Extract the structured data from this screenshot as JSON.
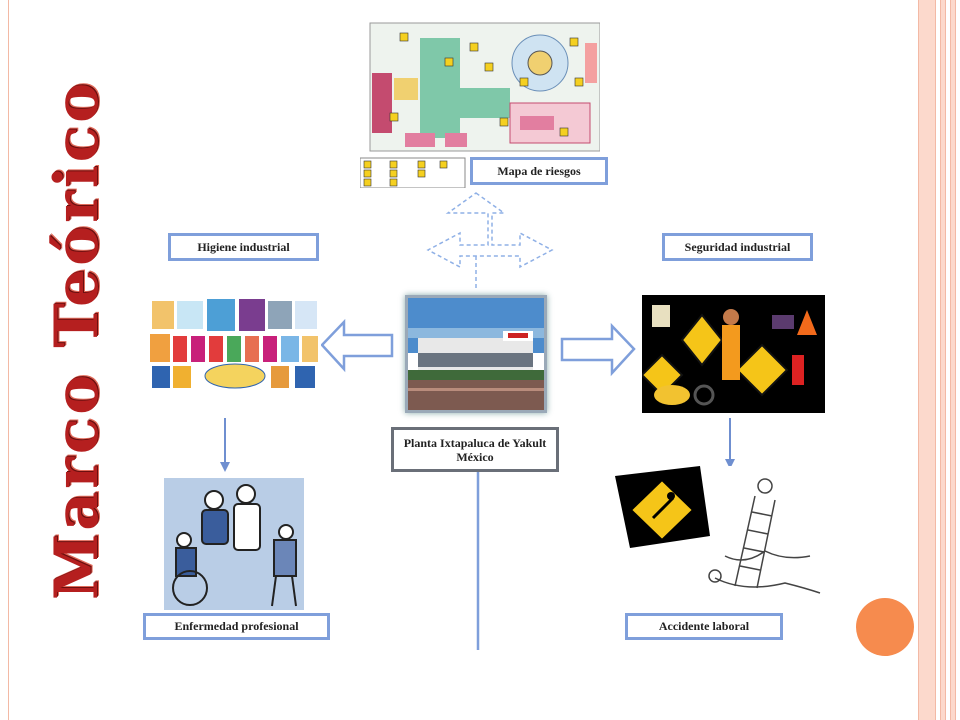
{
  "title": "Marco Teórico",
  "labels": {
    "mapa": "Mapa de riesgos",
    "higiene": "Higiene industrial",
    "seguridad": "Seguridad industrial",
    "planta": "Planta Ixtapaluca de Yakult México",
    "enfermedad": "Enfermedad profesional",
    "accidente": "Accidente laboral"
  },
  "colors": {
    "title": "#b51f1f",
    "box_border": "#7f9fdb",
    "arrow": "#7f9fdb",
    "accent_dot": "#f68b4e",
    "stripe": "#fcd9cc"
  },
  "icons": [
    "risk-map-image",
    "factory-photo",
    "hygiene-collage",
    "safety-collage",
    "occupational-disease-illustration",
    "work-accident-illustration"
  ]
}
